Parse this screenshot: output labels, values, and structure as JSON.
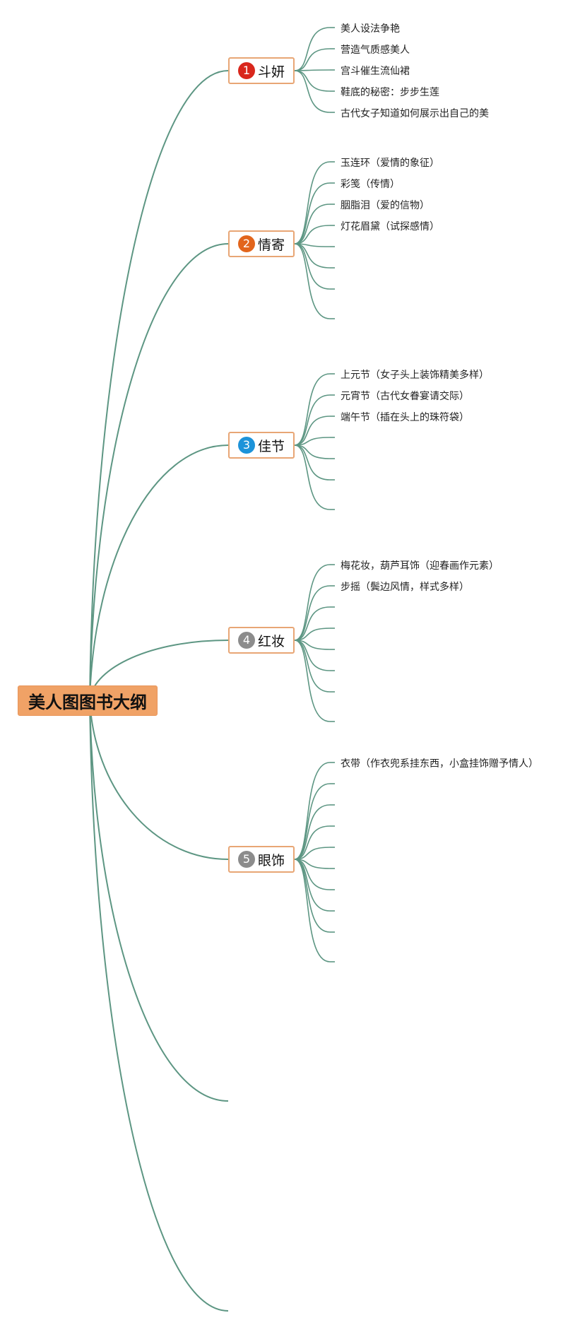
{
  "root": {
    "label": "美人图图书大纲"
  },
  "branches": [
    {
      "num": "1",
      "label": "斗妍",
      "color": "#d9271c",
      "leaves": [
        "美人设法争艳",
        "营造气质感美人",
        "宫斗催生流仙裙",
        "鞋底的秘密：步步生莲",
        "古代女子知道如何展示出自己的美"
      ]
    },
    {
      "num": "2",
      "label": "情寄",
      "color": "#e2651c",
      "leaves": [
        "玉连环（爱情的象征）",
        "彩笺（传情）",
        "胭脂泪（爱的信物）",
        "灯花眉黛（试探感情）"
      ]
    },
    {
      "num": "3",
      "label": "佳节",
      "color": "#1d93d9",
      "leaves": [
        "上元节（女子头上装饰精美多样）",
        "元宵节（古代女眷宴请交际）",
        "端午节（插在头上的珠符袋）"
      ]
    },
    {
      "num": "4",
      "label": "红妆",
      "color": "#8c8c8c",
      "leaves": [
        "梅花妆，葫芦耳饰（迎春画作元素）",
        "步摇（鬓边风情，样式多样）"
      ]
    },
    {
      "num": "5",
      "label": "眼饰",
      "color": "#8c8c8c",
      "leaves": [
        "衣带（作衣兜系挂东西，小盒挂饰赠予情人）"
      ]
    }
  ],
  "colors": {
    "line": "#5d9683",
    "root_fill": "#f0a266",
    "branch_border": "#e8a675"
  }
}
